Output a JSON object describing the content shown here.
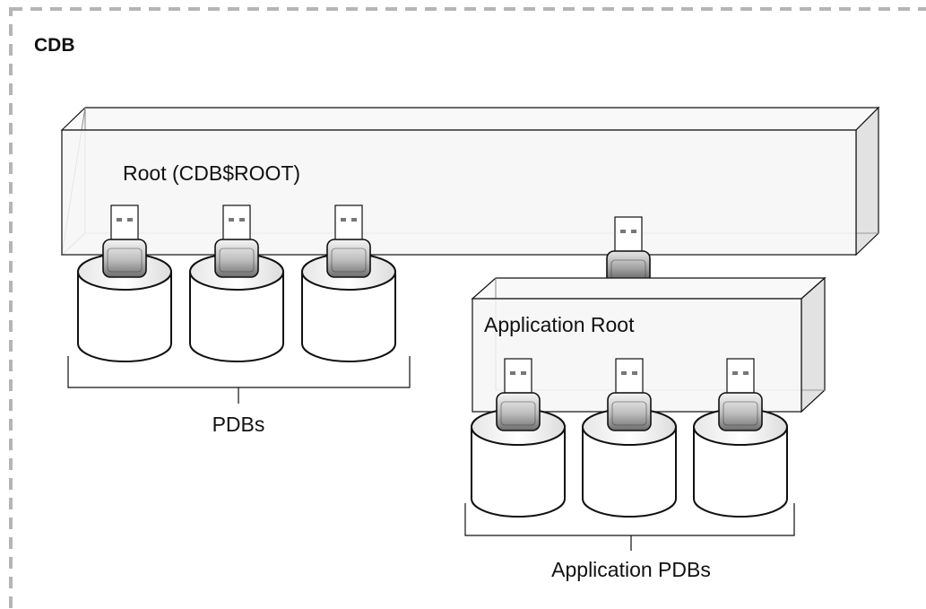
{
  "container": {
    "title": "CDB"
  },
  "root": {
    "label": "Root (CDB$ROOT)"
  },
  "application_root": {
    "label": "Application Root"
  },
  "pdb_group": {
    "label": "PDBs",
    "count": 3
  },
  "app_pdb_group": {
    "label": "Application PDBs",
    "count": 3
  },
  "colors": {
    "border_dash": "#b5b5b5",
    "box_face": "#f7f7f7",
    "box_side": "#e0e0e0",
    "stroke": "#111111",
    "cylinder_fill": "#ffffff"
  }
}
